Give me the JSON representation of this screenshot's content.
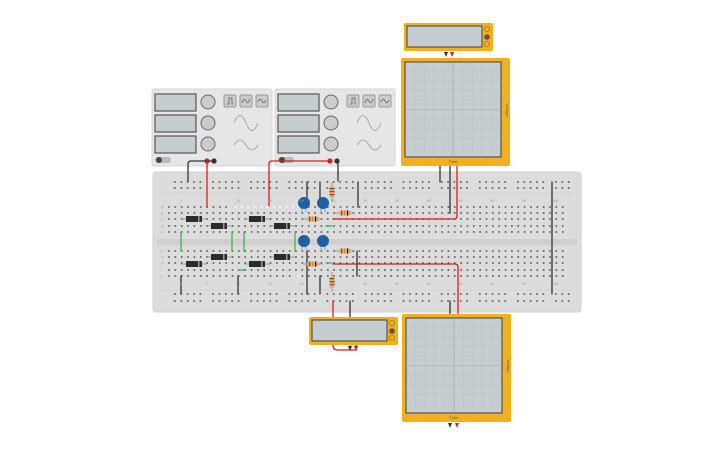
{
  "colors": {
    "instrument_orange": "#f2b01e",
    "screen": "#c5cdd1",
    "breadboard": "#dcdcdc",
    "generator_body": "#e6e6e6",
    "wire_red": "#d42020",
    "wire_black": "#333333",
    "wire_green": "#3cb44a",
    "capacitor_blue": "#1f5fa3",
    "diode_black": "#2b2b2b",
    "resistor_tan": "#d9b27a"
  },
  "breadboard": {
    "row_letters_top": [
      "A",
      "B",
      "C",
      "D",
      "E"
    ],
    "row_letters_bottom": [
      "F",
      "G",
      "H",
      "I",
      "J"
    ],
    "column_labels": [
      "1",
      "5",
      "10",
      "15",
      "20",
      "25",
      "30",
      "35",
      "40",
      "45",
      "50",
      "55",
      "60"
    ],
    "rail_minus": "−",
    "rail_plus": "+"
  },
  "function_generators": [
    {
      "name": "generator-1",
      "waveform_icons": [
        "square-wave-icon",
        "triangle-wave-icon",
        "sine-wave-icon"
      ]
    },
    {
      "name": "generator-2",
      "waveform_icons": [
        "square-wave-icon",
        "triangle-wave-icon",
        "sine-wave-icon"
      ]
    }
  ],
  "oscilloscopes": [
    {
      "x_axis_label": "Time",
      "y_axis_label": "Voltage"
    },
    {
      "x_axis_label": "Time",
      "y_axis_label": "Voltage"
    }
  ]
}
